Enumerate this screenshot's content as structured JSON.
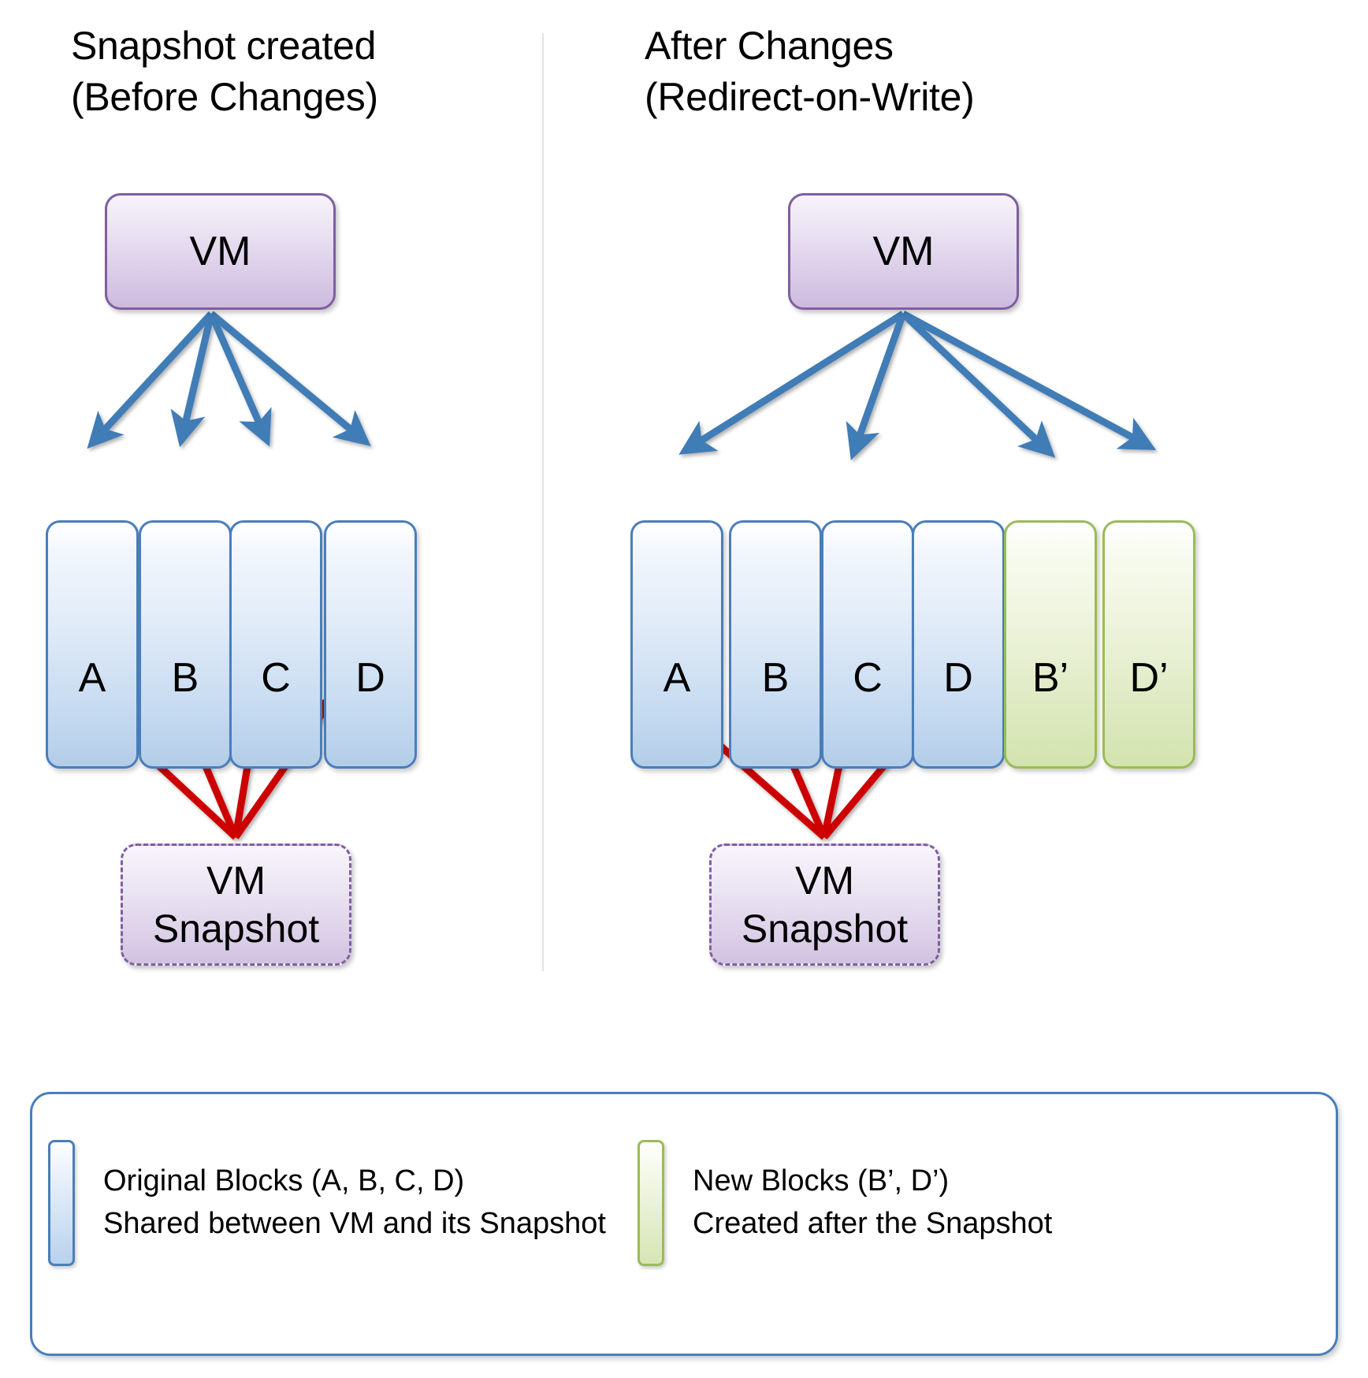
{
  "panels": [
    {
      "id": "before",
      "title": "Snapshot created\n(Before Changes)",
      "vm_label": "VM",
      "snapshot_label": "VM\nSnapshot",
      "blocks": [
        {
          "label": "A",
          "kind": "blue"
        },
        {
          "label": "B",
          "kind": "blue"
        },
        {
          "label": "C",
          "kind": "blue"
        },
        {
          "label": "D",
          "kind": "blue"
        }
      ]
    },
    {
      "id": "after",
      "title": "After Changes\n(Redirect-on-Write)",
      "vm_label": "VM",
      "snapshot_label": "VM\nSnapshot",
      "blocks": [
        {
          "label": "A",
          "kind": "blue"
        },
        {
          "label": "B",
          "kind": "blue"
        },
        {
          "label": "C",
          "kind": "blue"
        },
        {
          "label": "D",
          "kind": "blue"
        },
        {
          "label": "B’",
          "kind": "green"
        },
        {
          "label": "D’",
          "kind": "green"
        }
      ]
    }
  ],
  "legend": {
    "entries": [
      {
        "swatch": "blue",
        "text": "Original Blocks (A, B, C, D)\nShared between VM and its Snapshot"
      },
      {
        "swatch": "green",
        "text": "New Blocks (B’, D’)\nCreated after the Snapshot"
      }
    ]
  },
  "colors": {
    "vm_border": "#7f5fa0",
    "block_blue_border": "#4a7ebb",
    "block_green_border": "#9bbb59",
    "arrow_blue": "#3f7cb6",
    "arrow_red": "#cc0000",
    "divider": "#e2e2e2"
  }
}
